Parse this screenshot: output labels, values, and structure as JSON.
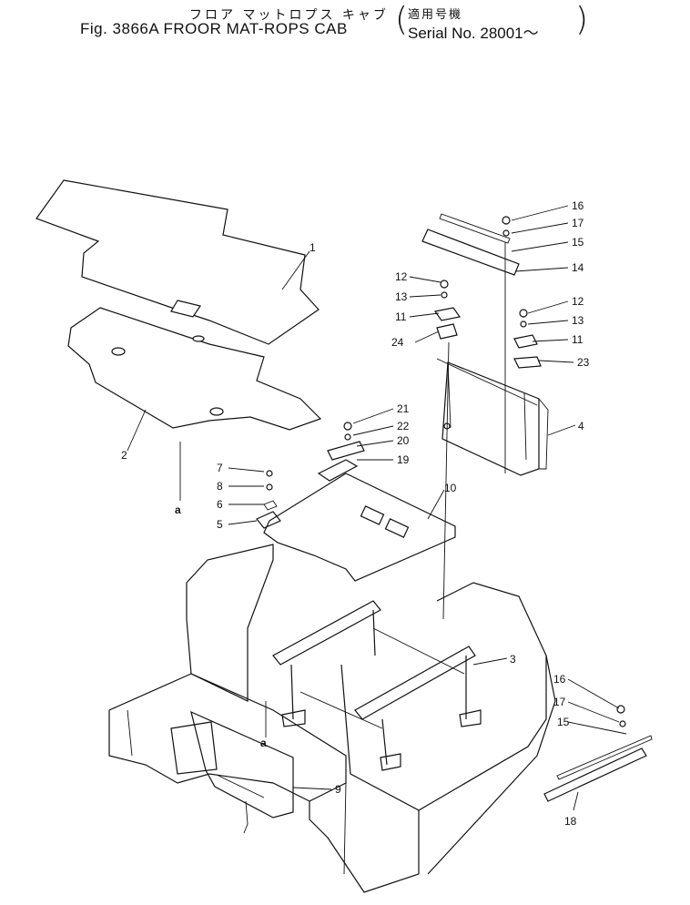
{
  "header": {
    "title_jp": "フロア マットロプス キャブ",
    "title_en": "Fig. 3866A FROOR MAT-ROPS CAB",
    "serial_jp": "適用号機",
    "serial_en": "Serial No. 28001～"
  },
  "callouts": [
    {
      "id": "c1",
      "text": "1"
    },
    {
      "id": "c2",
      "text": "2"
    },
    {
      "id": "c3",
      "text": "3"
    },
    {
      "id": "c4",
      "text": "4"
    },
    {
      "id": "c5",
      "text": "5"
    },
    {
      "id": "c6",
      "text": "6"
    },
    {
      "id": "c7",
      "text": "7"
    },
    {
      "id": "c8",
      "text": "8"
    },
    {
      "id": "c9",
      "text": "9"
    },
    {
      "id": "c10",
      "text": "10"
    },
    {
      "id": "c11a",
      "text": "11"
    },
    {
      "id": "c11b",
      "text": "11"
    },
    {
      "id": "c12a",
      "text": "12"
    },
    {
      "id": "c12b",
      "text": "12"
    },
    {
      "id": "c13a",
      "text": "13"
    },
    {
      "id": "c13b",
      "text": "13"
    },
    {
      "id": "c14",
      "text": "14"
    },
    {
      "id": "c15a",
      "text": "15"
    },
    {
      "id": "c15b",
      "text": "15"
    },
    {
      "id": "c16a",
      "text": "16"
    },
    {
      "id": "c16b",
      "text": "16"
    },
    {
      "id": "c17a",
      "text": "17"
    },
    {
      "id": "c17b",
      "text": "17"
    },
    {
      "id": "c18",
      "text": "18"
    },
    {
      "id": "c19",
      "text": "19"
    },
    {
      "id": "c20",
      "text": "20"
    },
    {
      "id": "c21",
      "text": "21"
    },
    {
      "id": "c22",
      "text": "22"
    },
    {
      "id": "c23",
      "text": "23"
    },
    {
      "id": "c24",
      "text": "24"
    },
    {
      "id": "ref_a1",
      "text": "a"
    },
    {
      "id": "ref_a2",
      "text": "a"
    }
  ]
}
